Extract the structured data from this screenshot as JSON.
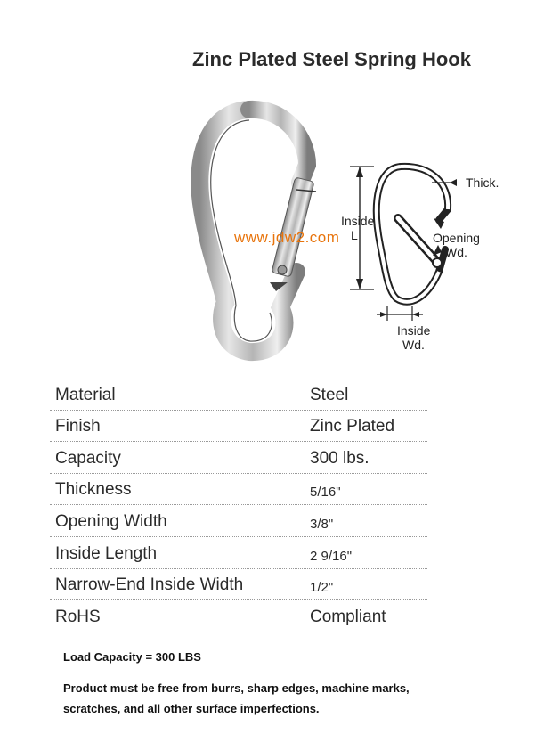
{
  "title": "Zinc Plated Steel Spring Hook",
  "watermark": "www.jdw2.com",
  "diagram": {
    "thick": "Thick.",
    "inside": "Inside",
    "length_letter": "L",
    "opening_line1": "Opening",
    "opening_line2": "Wd.",
    "inside_wd_line1": "Inside",
    "inside_wd_line2": "Wd."
  },
  "specs": [
    {
      "label": "Material",
      "value": "Steel"
    },
    {
      "label": "Finish",
      "value": "Zinc Plated"
    },
    {
      "label": "Capacity",
      "value": "300 lbs."
    },
    {
      "label": "Thickness",
      "value": "5/16\""
    },
    {
      "label": "Opening Width",
      "value": "3/8\""
    },
    {
      "label": "Inside Length",
      "value": "2 9/16\""
    },
    {
      "label": "Narrow-End Inside Width",
      "value": "1/2\""
    },
    {
      "label": "RoHS",
      "value": "Compliant"
    }
  ],
  "load_capacity": "Load Capacity = 300 LBS",
  "notice": "Product must be free from burrs, sharp edges, machine marks, scratches, and all other surface imperfections."
}
